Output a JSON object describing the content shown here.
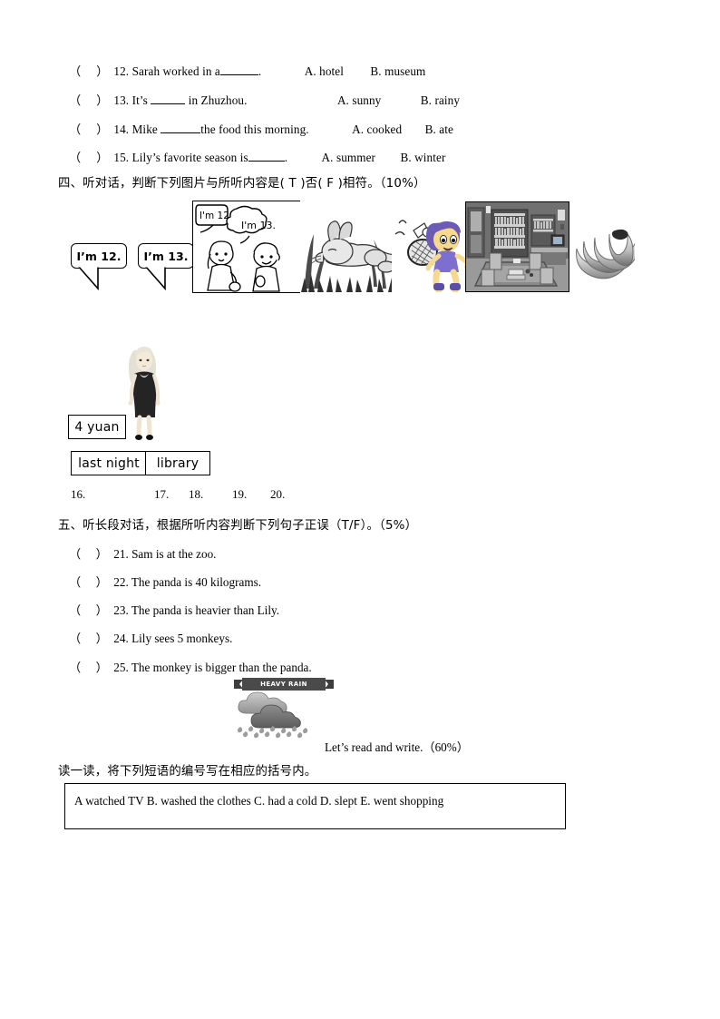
{
  "doc": {
    "title": "Primary English Listening Test Paper"
  },
  "section_three_tail": {
    "questions": [
      {
        "num": "12.",
        "stem_a": "Sarah worked in a",
        "stem_b": ".",
        "optA": "A. hotel",
        "optB": "B. museum",
        "blank_w": 42
      },
      {
        "num": "13.",
        "stem_a": "It’s",
        "stem_b": "in Zhuzhou.",
        "optA": "A. sunny",
        "optB": "B. rainy",
        "blank_w": 38
      },
      {
        "num": "14.",
        "stem_a": "Mike",
        "stem_b": "the food this morning.",
        "optA": "A. cooked",
        "optB": "B. ate",
        "blank_w": 44
      },
      {
        "num": "15.",
        "stem_a": "Lily’s  favorite season is",
        "stem_b": ".",
        "optA": "A. summer",
        "optB": "B. winter",
        "blank_w": 40
      }
    ],
    "paren_open": "（",
    "paren_close": "）"
  },
  "section_four": {
    "heading": "四、听对话，判断下列图片与所听内容是( T )否( F )相符。（10%）",
    "bubbles": [
      {
        "text": "I’m 12."
      },
      {
        "text": "I’m 13."
      }
    ],
    "comic_bubbles": [
      {
        "text": "I’m 12."
      },
      {
        "text": "I’m 13."
      }
    ],
    "pictures": [
      {
        "name": "comic-two-kids-ages",
        "caption": "two cartoon kids saying their ages"
      },
      {
        "name": "sleeping-rabbit-in-grass",
        "caption": "rabbit sleeping in the grass"
      },
      {
        "name": "girl-playing-badminton",
        "caption": "girl with badminton racket and shuttlecock"
      },
      {
        "name": "library-study-room",
        "caption": "library room with bookshelves and table"
      },
      {
        "name": "bunch-of-bananas",
        "caption": "a bunch of bananas"
      },
      {
        "name": "woman-in-black-dress",
        "caption": "woman standing in a black dress"
      }
    ],
    "word_boxes": [
      {
        "text": "4 yuan"
      },
      {
        "text": "last night"
      },
      {
        "text": "library"
      }
    ],
    "numbers": [
      "16.",
      "17.",
      "18.",
      "19.",
      "20."
    ]
  },
  "section_five": {
    "heading": "五、听长段对话，根据所听内容判断下列句子正误（T/F）。（5%）",
    "questions": [
      {
        "num": "21.",
        "text": "Sam is at the zoo."
      },
      {
        "num": "22.",
        "text": "The panda is 40 kilograms."
      },
      {
        "num": "23.",
        "text": "The panda is heavier than Lily."
      },
      {
        "num": "24.",
        "text": "Lily  sees 5 monkeys."
      },
      {
        "num": "25.",
        "text": "The monkey is bigger than the panda."
      }
    ],
    "paren_open": "（",
    "paren_close": "）"
  },
  "reading_part": {
    "banner_label": "HEAVY RAIN",
    "weather_icon_name": "heavy-rain-cloud-icon",
    "title": "Let’s read and write.（60%）",
    "instruction": "读一读，将下列短语的编号写在相应的括号内。",
    "options": "A  watched TV    B. washed the clothes    C. had a cold    D. slept    E. went shopping"
  },
  "colors": {
    "ink": "#000000",
    "paper": "#ffffff",
    "banner_bg": "#4a4a4a",
    "cloud_dark": "#6e6e6e",
    "cloud_light": "#b5b5b5"
  }
}
